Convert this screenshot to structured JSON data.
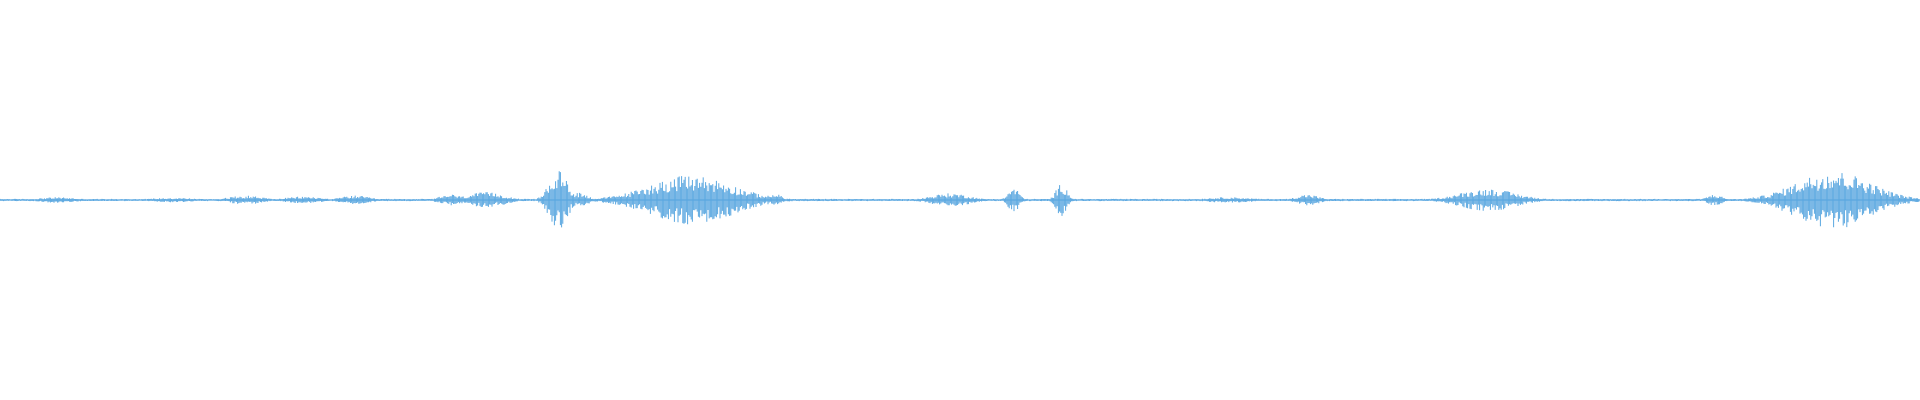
{
  "waveform": {
    "color": "#5aa7e0",
    "background": "#ffffff",
    "baseline_amplitude": 0.02,
    "bursts": [
      {
        "center": 0.03,
        "width": 0.02,
        "peak": 0.05
      },
      {
        "center": 0.09,
        "width": 0.025,
        "peak": 0.04
      },
      {
        "center": 0.128,
        "width": 0.018,
        "peak": 0.08
      },
      {
        "center": 0.158,
        "width": 0.02,
        "peak": 0.06
      },
      {
        "center": 0.185,
        "width": 0.015,
        "peak": 0.08
      },
      {
        "center": 0.235,
        "width": 0.012,
        "peak": 0.1
      },
      {
        "center": 0.253,
        "width": 0.02,
        "peak": 0.14
      },
      {
        "center": 0.291,
        "width": 0.01,
        "peak": 0.52
      },
      {
        "center": 0.301,
        "width": 0.01,
        "peak": 0.14
      },
      {
        "center": 0.36,
        "width": 0.045,
        "peak": 0.44
      },
      {
        "center": 0.404,
        "width": 0.006,
        "peak": 0.12
      },
      {
        "center": 0.495,
        "width": 0.02,
        "peak": 0.12
      },
      {
        "center": 0.528,
        "width": 0.006,
        "peak": 0.22
      },
      {
        "center": 0.553,
        "width": 0.006,
        "peak": 0.3
      },
      {
        "center": 0.64,
        "width": 0.025,
        "peak": 0.05
      },
      {
        "center": 0.681,
        "width": 0.012,
        "peak": 0.1
      },
      {
        "center": 0.775,
        "width": 0.03,
        "peak": 0.2
      },
      {
        "center": 0.893,
        "width": 0.008,
        "peak": 0.1
      },
      {
        "center": 0.955,
        "width": 0.04,
        "peak": 0.52
      }
    ]
  }
}
